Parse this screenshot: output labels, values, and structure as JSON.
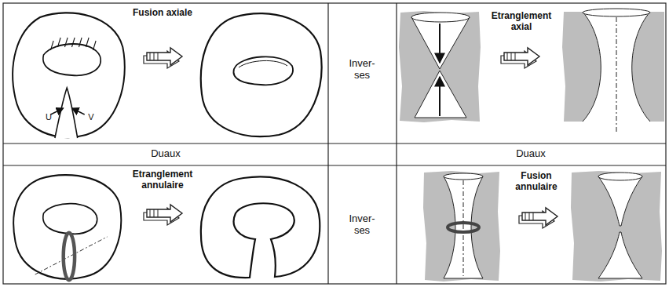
{
  "diagram": {
    "labels": [
      "Fusion axiale",
      "U",
      "V",
      "Inver- ses",
      "Etranglement axial",
      "Duaux",
      "Duaux",
      "Etranglement annulaire",
      "Inver- ses",
      "Fusion annulaire"
    ]
  }
}
